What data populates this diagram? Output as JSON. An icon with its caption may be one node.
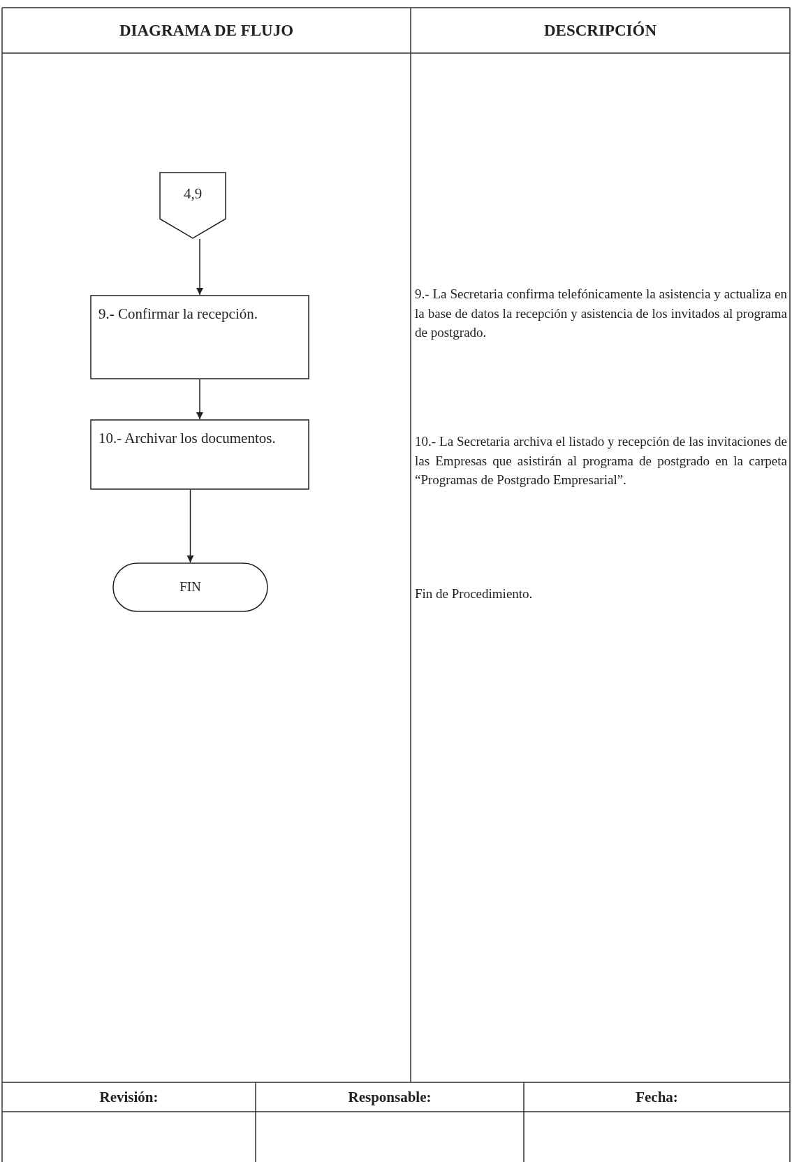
{
  "diagram": {
    "nodes": [
      {
        "text": [
          "4,9"
        ]
      },
      {
        "text": [
          "9.- Confirmar la recepción."
        ]
      },
      {
        "text": [
          "10.- Archivar los documentos."
        ]
      },
      {
        "text": [
          "FIN"
        ]
      }
    ],
    "edges": [
      {
        "from": 0,
        "to": 1,
        "arrow": "to"
      },
      {
        "from": 1,
        "to": 2,
        "arrow": "to"
      },
      {
        "from": 2,
        "to": 3,
        "arrow": "to"
      }
    ],
    "labels": [
      "DIAGRAMA DE FLUJO",
      "DESCRIPCIÓN",
      "9.- La Secretaria confirma telefónicamente la asistencia y actualiza en la base de datos la recepción y asistencia de los invitados al programa de postgrado.",
      "10.- La Secretaria archiva el listado y recepción de las invitaciones de las Empresas que asistirán al programa de postgrado en la carpeta “Programas de Postgrado Empresarial”.",
      "Fin de Procedimiento.",
      "Revisión:",
      "Responsable:",
      "Fecha:"
    ]
  }
}
